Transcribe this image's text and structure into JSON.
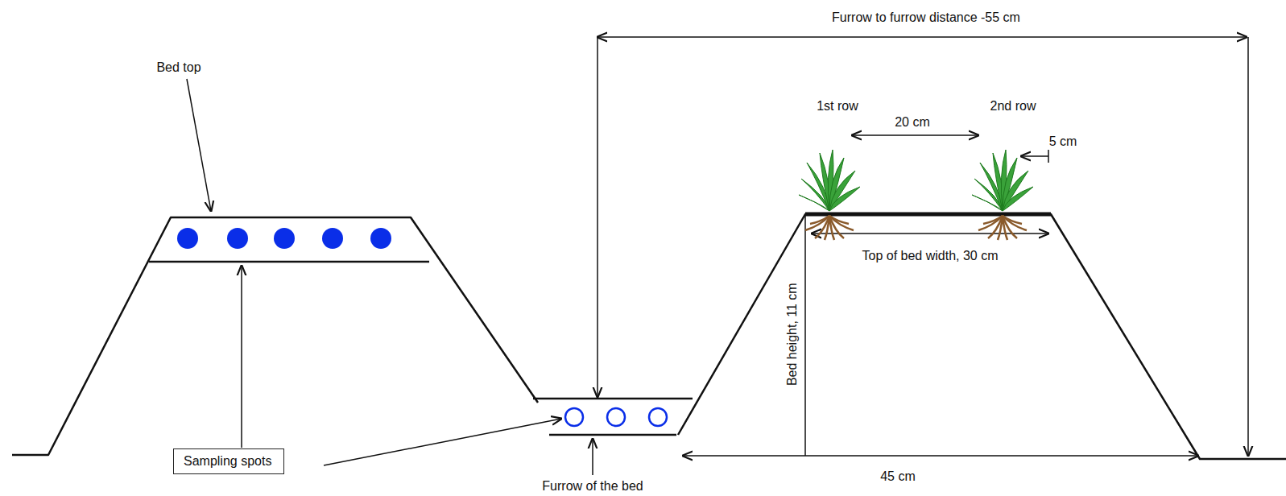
{
  "diagram": {
    "nodes": [
      {
        "text": [
          "Sampling spots"
        ]
      }
    ],
    "labels": [
      "Furrow to furrow distance -55 cm",
      "Bed top",
      "1st row",
      "2nd row",
      "20 cm",
      "5 cm",
      "Top of bed width, 30 cm",
      "Bed height, 11 cm",
      "Furrow of the bed",
      "45 cm"
    ]
  }
}
